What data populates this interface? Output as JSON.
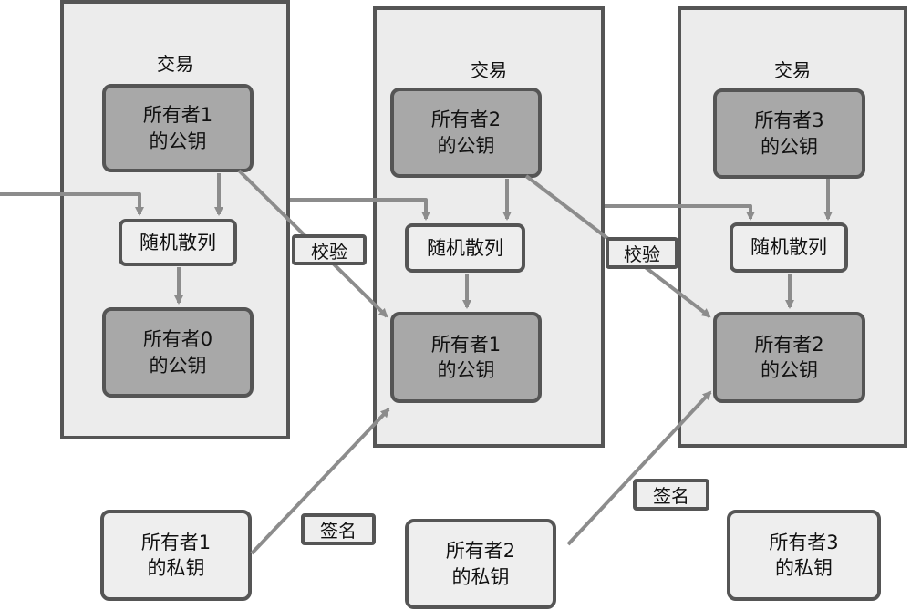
{
  "transactions": [
    {
      "title": "交易",
      "owner_pubkey": "所有者1\n的公钥",
      "hash": "随机散列",
      "prev_pubkey": "所有者0\n的公钥"
    },
    {
      "title": "交易",
      "owner_pubkey": "所有者2\n的公钥",
      "hash": "随机散列",
      "prev_pubkey": "所有者1\n的公钥"
    },
    {
      "title": "交易",
      "owner_pubkey": "所有者3\n的公钥",
      "hash": "随机散列",
      "prev_pubkey": "所有者2\n的公钥"
    }
  ],
  "private_keys": [
    "所有者1\n的私钥",
    "所有者2\n的私钥",
    "所有者3\n的私钥"
  ],
  "labels": {
    "verify_1": "校验",
    "verify_2": "校验",
    "sign_1": "签名",
    "sign_2": "签名"
  },
  "colors": {
    "panel": "#ececec",
    "border": "#555555",
    "dark_box": "#a8a8a8",
    "arrow": "#8c8c8c"
  }
}
